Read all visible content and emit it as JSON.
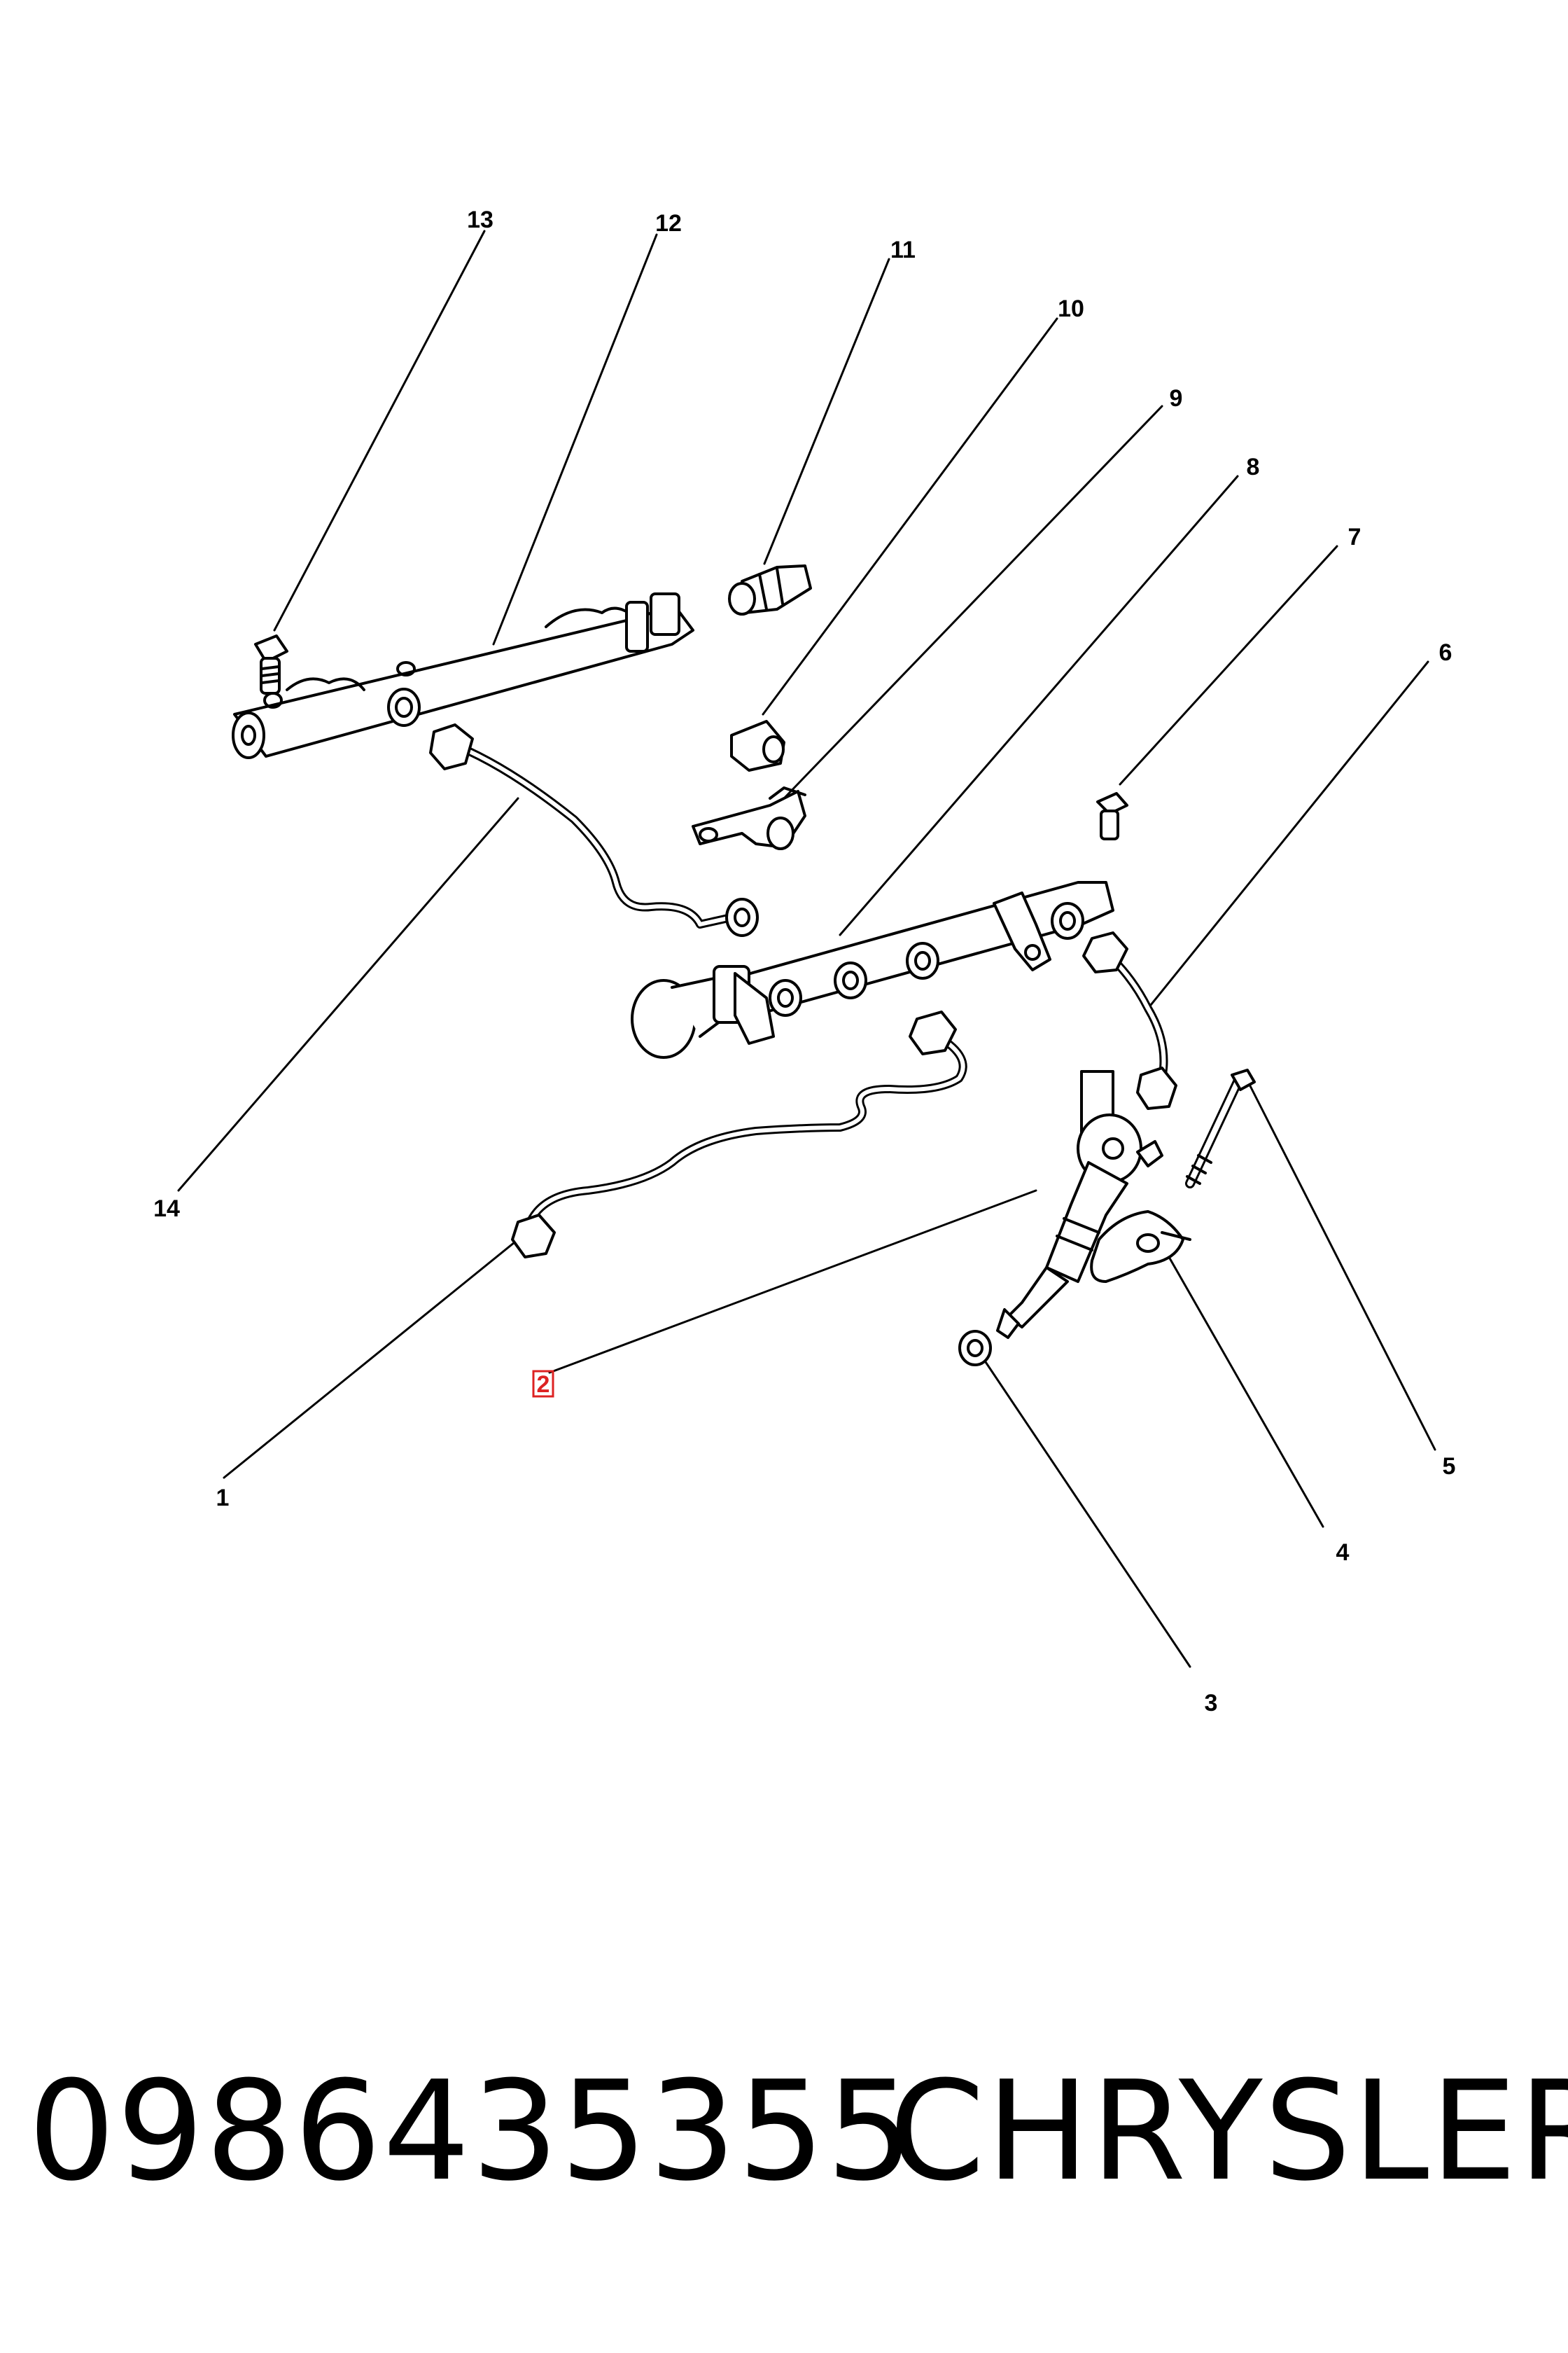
{
  "diagram": {
    "callouts": [
      {
        "id": "1",
        "label": "1"
      },
      {
        "id": "2",
        "label": "2",
        "highlighted": true
      },
      {
        "id": "3",
        "label": "3"
      },
      {
        "id": "4",
        "label": "4"
      },
      {
        "id": "5",
        "label": "5"
      },
      {
        "id": "6",
        "label": "6"
      },
      {
        "id": "7",
        "label": "7"
      },
      {
        "id": "8",
        "label": "8"
      },
      {
        "id": "9",
        "label": "9"
      },
      {
        "id": "10",
        "label": "10"
      },
      {
        "id": "11",
        "label": "11"
      },
      {
        "id": "12",
        "label": "12"
      },
      {
        "id": "13",
        "label": "13"
      },
      {
        "id": "14",
        "label": "14"
      }
    ],
    "highlight_color": "#dd2222"
  },
  "footer": {
    "part_number": "0986435355",
    "brand": "CHRYSLER"
  }
}
